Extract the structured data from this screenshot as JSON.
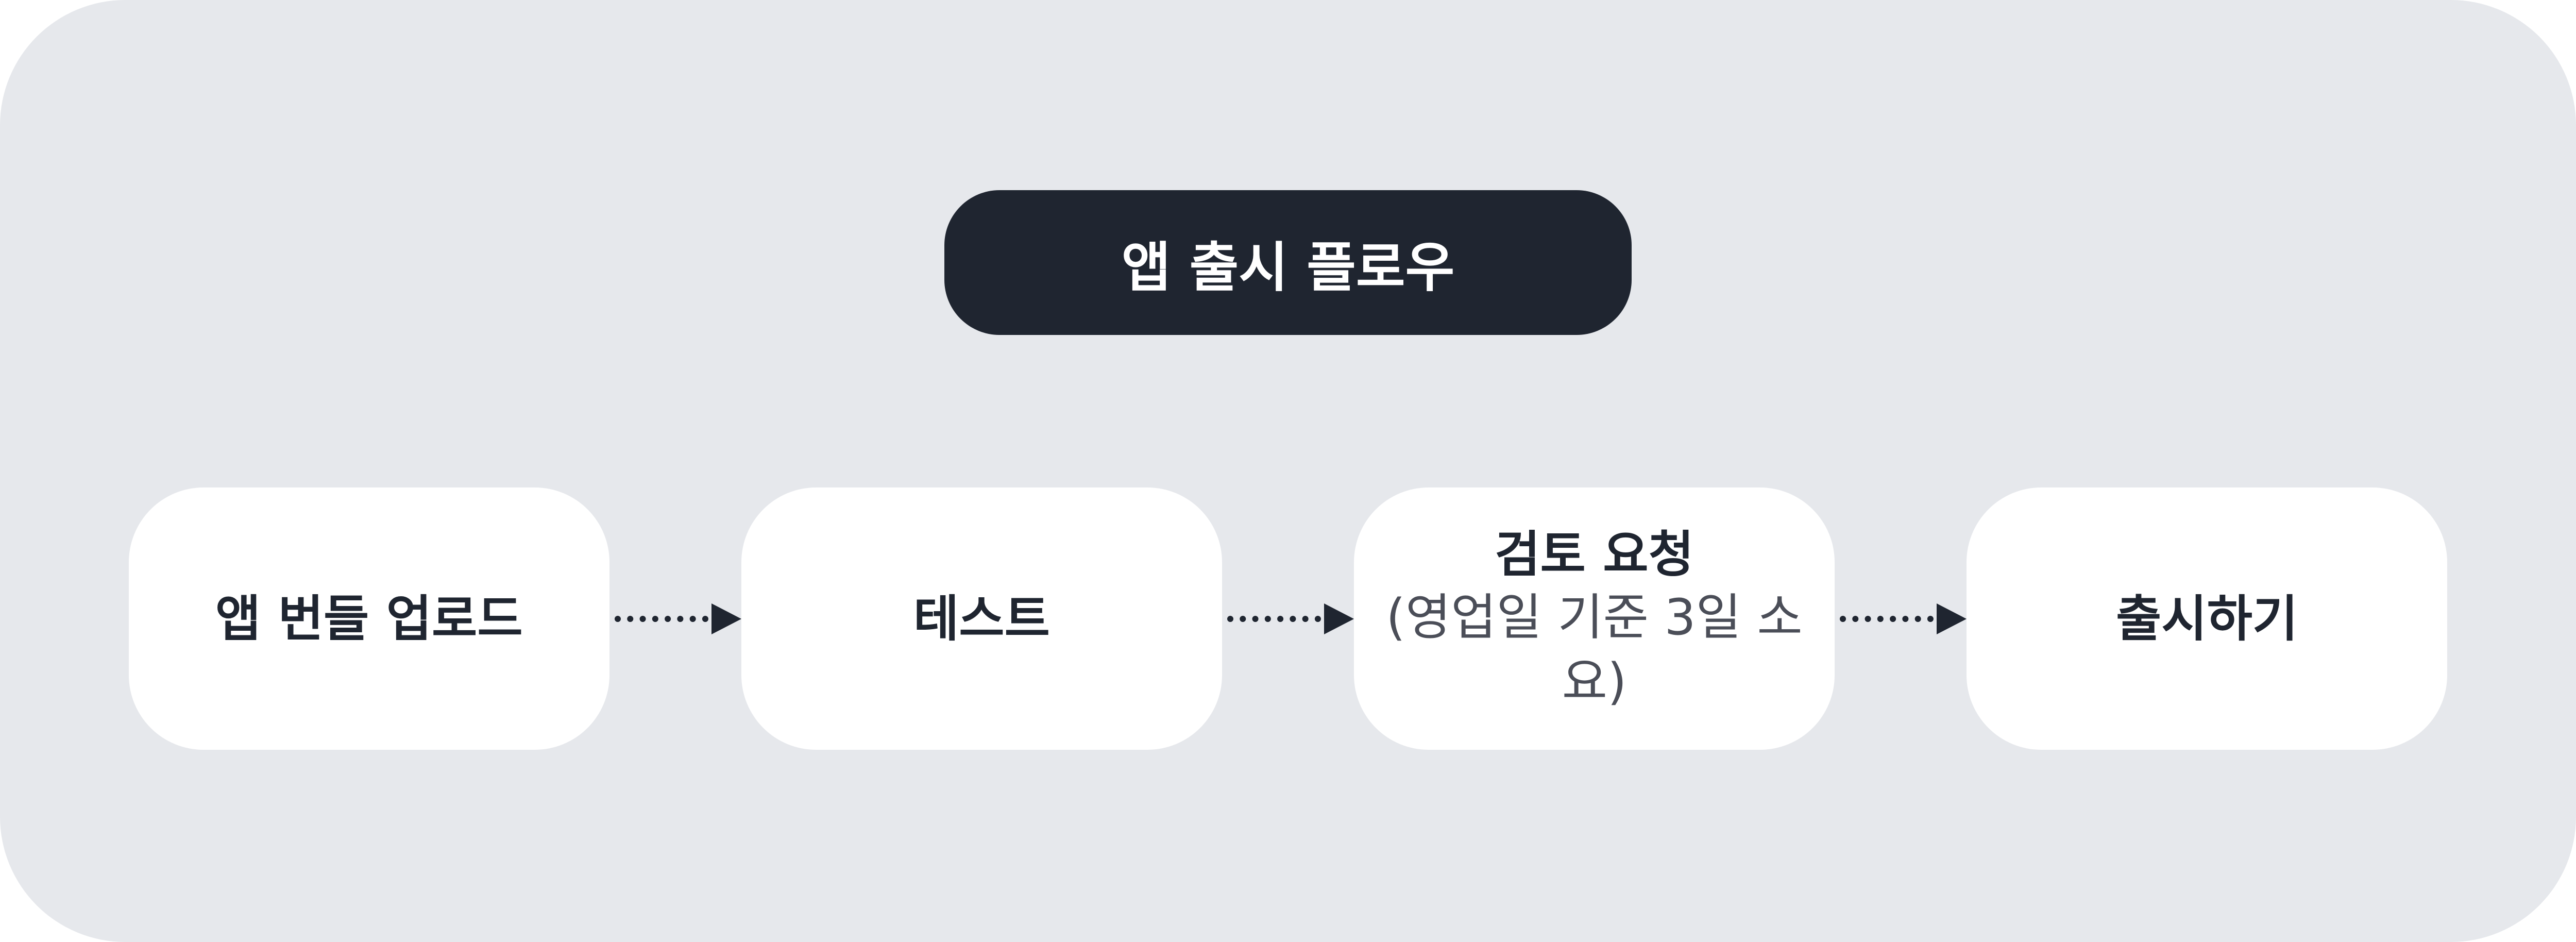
{
  "title": "앱 출시 플로우",
  "steps": [
    {
      "label": "앱 번들 업로드"
    },
    {
      "label": "테스트"
    },
    {
      "label": "검토 요청",
      "sub": "(영업일 기준 3일 소요)"
    },
    {
      "label": "출시하기"
    }
  ],
  "colors": {
    "background": "#e6e8ec",
    "title_bg": "#1f2530",
    "box_bg": "#ffffff",
    "text": "#1f2530",
    "subtext": "#4b4e58"
  }
}
